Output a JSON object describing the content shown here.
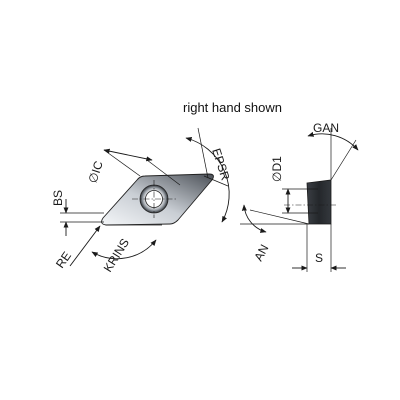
{
  "caption": "right hand shown",
  "labels": {
    "ic": "∅IC",
    "epsr": "EPSR",
    "bs": "BS",
    "re": "RE",
    "krins": "KRINS",
    "gan": "GAN",
    "d1": "∅D1",
    "an": "AN",
    "s": "S"
  },
  "colors": {
    "insert_light": "#eef1f4",
    "insert_dark": "#3c4046",
    "hole_fill": "#ffffff"
  }
}
